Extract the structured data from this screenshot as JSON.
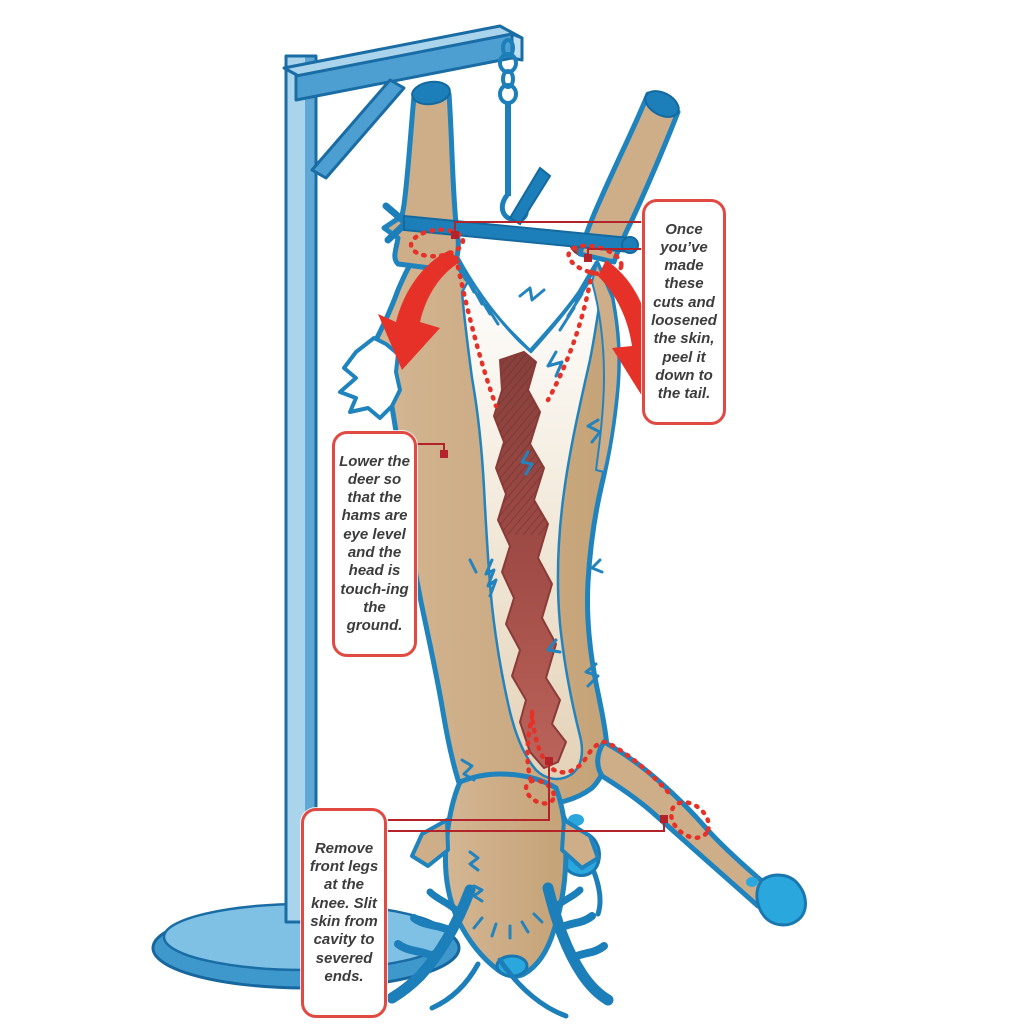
{
  "callouts": {
    "peel_skin": {
      "text": "Once you’ve made these cuts and loosened the skin, peel it down to the tail."
    },
    "lower_deer": {
      "text": "Lower the deer so that the hams are eye level and the head is touch-ing the ground."
    },
    "remove_front_legs": {
      "text": "Remove front legs at the knee. Slit skin from cavity to severed ends."
    }
  },
  "colors": {
    "accent-red": "#e63129",
    "leader-red": "#b5232a",
    "callout-border": "#e04a42",
    "callout-text": "#3c3c3c",
    "outline-blue": "#1a77b0",
    "stand-blue": "#4d9fd2",
    "stand-blue-light": "#a9d4ec",
    "solid-blue": "#1d7fb9",
    "hoof-blue": "#2aa7dd",
    "hide-tan": "#cdae89",
    "membrane-cream": "#f3ebdd",
    "meat-red": "#a04b46"
  },
  "icons": {
    "peel_arrows": "curved-red-arrows-down",
    "cut_lines": "red-dotted-cut-lines"
  }
}
